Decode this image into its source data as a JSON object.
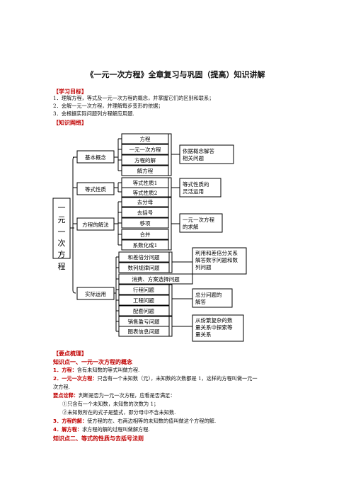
{
  "title": "《一元一次方程》全章复习与巩固（提高）知识讲解",
  "goals": {
    "heading": "【学习目标】",
    "items": [
      "1．理解方程，等式及一元一次方程的概念，并掌握它们的区别和联系；",
      "2．会解一元一次方程，并理解每步变形的依据；",
      "3．会根据实际问题列方程解应用题."
    ]
  },
  "network": {
    "heading": "【知识网络】",
    "root": "一元一次方程",
    "branches": [
      "基本概念",
      "等式性质",
      "方程的解法",
      "实际运用"
    ],
    "leaves": [
      "方程",
      "一元一次方程",
      "方程的解",
      "解方程",
      "等式性质1",
      "等式性质2",
      "去分母",
      "去括号",
      "移项",
      "合并",
      "系数化成1",
      "和差倍分问题",
      "数列规律问题",
      "消费、方案选择问题",
      "行程问题",
      "工程问题",
      "配套问题",
      "销售盈亏问题",
      "图表信息问题"
    ],
    "notes": [
      "依据概念解答相关问题",
      "等式性质的灵活运用",
      "一元一次方程的求解",
      "利用和差倍分关系解答数字问题和数列问题",
      "总分问题的解答",
      "从纷繁复杂的数量关系中探索等量关系"
    ]
  },
  "points": {
    "heading": "【要点梳理】",
    "k1": "知识点一、一元一次方程的概念",
    "p1_label": "1．方程：",
    "p1_text": "含有未知数的等式叫做方程.",
    "p2_label": "2．一元一次方程：",
    "p2_text": "只含有一个未知数（元），未知数的次数都是 1，这样的方程叫做一元一",
    "p2_cont": "次方程.",
    "tip_label": "要点诠释：",
    "tip_text": "判断是否为一元一次方程，应看是否满足：",
    "tip1": "①只含有一个未知数，未知数的次数为 1；",
    "tip2": "②未知数所在的式子是整式，即分母中不含未知数.",
    "p3_label": "3．方程的解：",
    "p3_text": "使方程的左、右两边相等的未知数的值叫做这个方程的解.",
    "p4_label": "4．解方程：",
    "p4_text": "求方程的解的过程叫做解方程.",
    "k2": "知识点二、等式的性质与去括号法则"
  }
}
